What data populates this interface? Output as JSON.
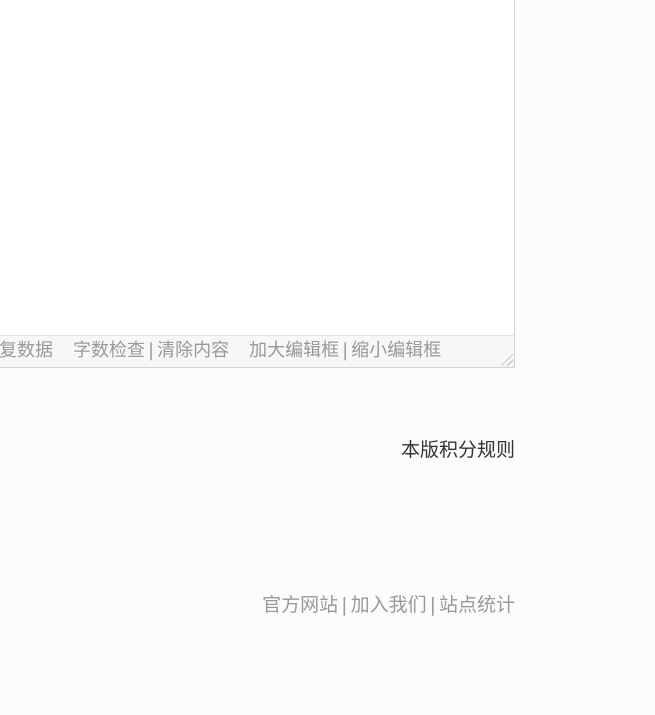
{
  "editor": {
    "status_bar": {
      "restore_data": "恢复数据",
      "word_check": "字数检查",
      "clear_content": "清除内容",
      "enlarge_editor": "加大编辑框",
      "shrink_editor": "缩小编辑框",
      "separator": "|"
    }
  },
  "rules_link": "本版积分规则",
  "footer": {
    "links": [
      "官方网站",
      "加入我们",
      "站点统计"
    ],
    "separator": "|"
  }
}
